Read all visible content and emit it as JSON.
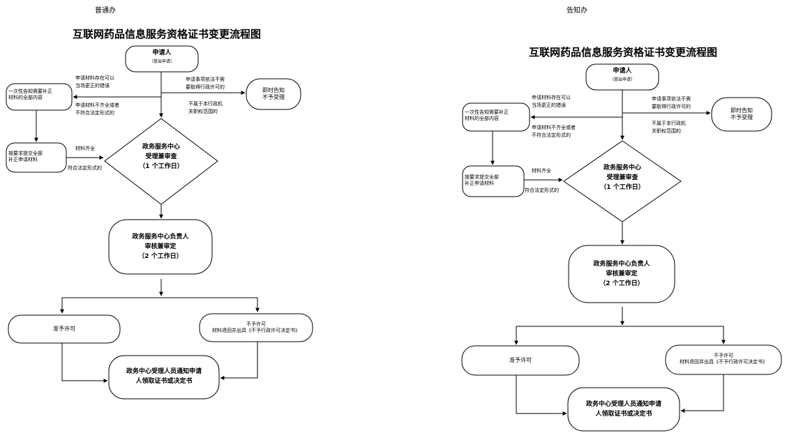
{
  "sections": [
    {
      "label": "普通办"
    },
    {
      "label": "告知办"
    }
  ],
  "flow": {
    "title": "互联网药品信息服务资格证书变更流程图",
    "applicant": {
      "title": "申请人",
      "sub": "（提出申请）"
    },
    "one_time_notice": "一次性告知需要补正\n材料的全部内容",
    "supplement": "按要求提交全部\n补正申请材料",
    "immediate_notice": "即时告知\n不予受理",
    "review_center": "政务服务中心\n受理兼审查\n（1 个工作日）",
    "leader_review": "政务服务中心负责人\n审核兼审定\n（2 个工作日）",
    "approve": "准予许可",
    "reject": "不予许可\n材料退回并出具《不予行政许可决定书》",
    "notify": "政务中心受理人员通知申请\n人领取证书或决定书",
    "note_correctable": "申请材料存在可以\n当场更正的错误",
    "note_incomplete": "申请材料不齐全或者\n不符合法定形式的",
    "note_not_required": "申请事项依法不需\n要取得行政许可的",
    "note_not_scope": "不属于本行政机\n关职权范围的",
    "note_complete": "材料齐全",
    "note_form": "符合法定形式的"
  }
}
